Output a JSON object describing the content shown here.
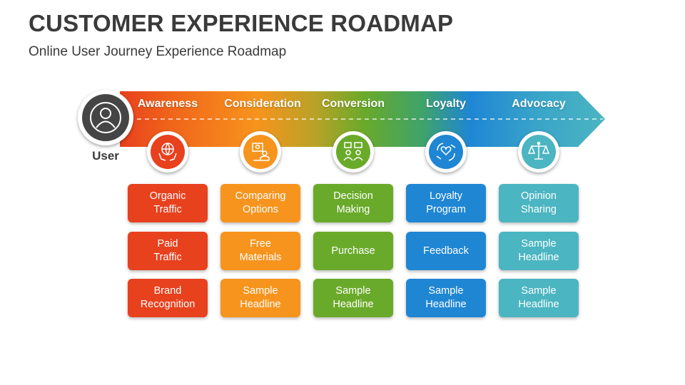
{
  "title": "CUSTOMER EXPERIENCE ROADMAP",
  "subtitle": "Online User Journey Experience Roadmap",
  "user": {
    "label": "User",
    "icon": "user-icon"
  },
  "stages": [
    {
      "label": "Awareness",
      "color": "#e8411e",
      "icon": "globe-hands-icon",
      "cards": [
        "Organic\nTraffic",
        "Paid\nTraffic",
        "Brand\nRecognition"
      ]
    },
    {
      "label": "Consideration",
      "color": "#f7941d",
      "icon": "presentation-icon",
      "cards": [
        "Comparing\nOptions",
        "Free\nMaterials",
        "Sample\nHeadline"
      ]
    },
    {
      "label": "Conversion",
      "color": "#6aaa2a",
      "icon": "meeting-icon",
      "cards": [
        "Decision\nMaking",
        "Purchase",
        "Sample\nHeadline"
      ]
    },
    {
      "label": "Loyalty",
      "color": "#1f86d4",
      "icon": "heart-hands-icon",
      "cards": [
        "Loyalty\nProgram",
        "Feedback",
        "Sample\nHeadline"
      ]
    },
    {
      "label": "Advocacy",
      "color": "#4bb5c1",
      "icon": "balance-scale-icon",
      "cards": [
        "Opinion\nSharing",
        "Sample\nHeadline",
        "Sample\nHeadline"
      ]
    }
  ]
}
